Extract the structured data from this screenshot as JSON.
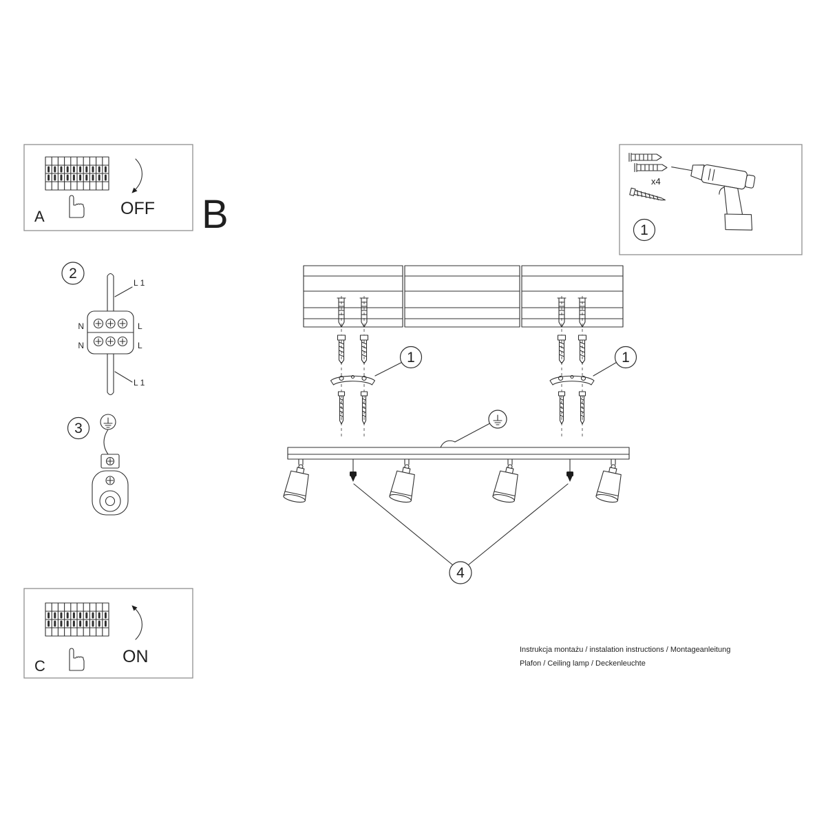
{
  "colors": {
    "background": "#ffffff",
    "ink": "#2f2f2f",
    "box_border": "#8f8f8f"
  },
  "sections": {
    "a": "A",
    "b": "B",
    "c": "C"
  },
  "power": {
    "off": "OFF",
    "on": "ON"
  },
  "steps": {
    "s1": "1",
    "s2": "2",
    "s3": "3",
    "s4": "4"
  },
  "hardware": {
    "anchor_count": "x4"
  },
  "wiring": {
    "l1_top": "L 1",
    "n_top": "N",
    "l_top": "L",
    "n_bottom": "N",
    "l_bottom": "L",
    "l1_bottom": "L 1"
  },
  "footer": {
    "line1": "Instrukcja montażu / instalation instructions / Montageanleitung",
    "line2": "Plafon / Ceiling lamp / Deckenleuchte"
  },
  "icons": {
    "hand": "pointing-hand",
    "breaker": "circuit-breaker-row",
    "drill": "cordless-drill",
    "wall_plug": "wall-plug-anchor",
    "screw": "mounting-screw",
    "ground": "earth-ground-symbol"
  }
}
